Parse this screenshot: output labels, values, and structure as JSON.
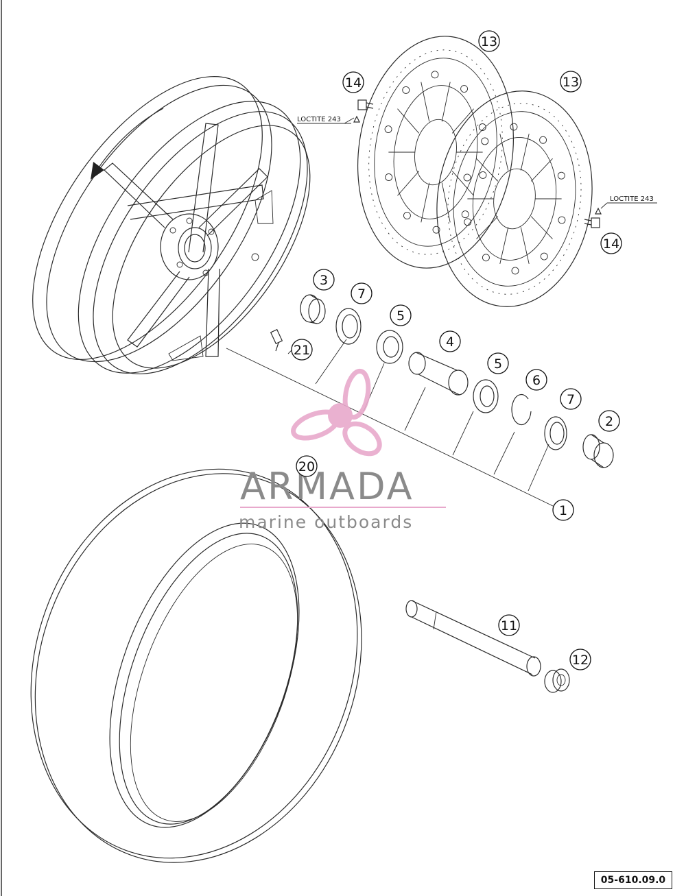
{
  "callouts": [
    {
      "id": "c1",
      "label": "1"
    },
    {
      "id": "c2",
      "label": "2"
    },
    {
      "id": "c3",
      "label": "3"
    },
    {
      "id": "c4",
      "label": "4"
    },
    {
      "id": "c5a",
      "label": "5"
    },
    {
      "id": "c5b",
      "label": "5"
    },
    {
      "id": "c6",
      "label": "6"
    },
    {
      "id": "c7a",
      "label": "7"
    },
    {
      "id": "c7b",
      "label": "7"
    },
    {
      "id": "c11",
      "label": "11"
    },
    {
      "id": "c12",
      "label": "12"
    },
    {
      "id": "c13a",
      "label": "13"
    },
    {
      "id": "c13b",
      "label": "13"
    },
    {
      "id": "c14a",
      "label": "14"
    },
    {
      "id": "c14b",
      "label": "14"
    },
    {
      "id": "c20",
      "label": "20"
    },
    {
      "id": "c21",
      "label": "21"
    }
  ],
  "notes": {
    "loctite_left": "LOCTITE 243",
    "loctite_right": "LOCTITE 243"
  },
  "watermark": {
    "title": "ARMADA",
    "subtitle": "marine outboards",
    "logo_color": "#e8a9cc",
    "text_color": "#8a8a8a"
  },
  "diagram_code": "05-610.09.0"
}
